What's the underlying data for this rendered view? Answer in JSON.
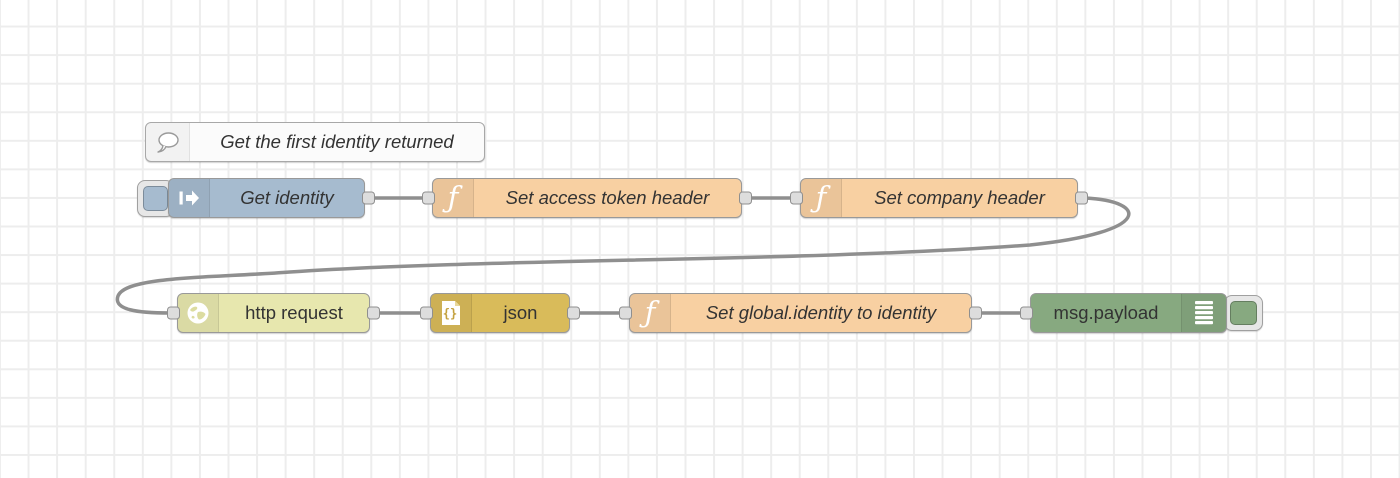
{
  "app": {
    "name": "Node-RED flow editor canvas"
  },
  "palette": {
    "wire": "#8f8f8f",
    "port_fill": "#dddddd",
    "port_border": "#8f8f8f",
    "grid_line": "#ededed",
    "canvas_bg": "#ffffff",
    "label_text": "#333333",
    "inject_blue": "#a6bbcf",
    "function_orange": "#f8d0a2",
    "http_request_yellow": "#e7e7ae",
    "json_gold": "#d9bb5a",
    "debug_green": "#87a980",
    "comment_bg": "#fbfbfb"
  },
  "nodes": {
    "comment": {
      "type": "comment",
      "label": "Get the first identity returned",
      "icon": "comment-bubble-icon",
      "color": "#fbfbfb"
    },
    "inject": {
      "type": "inject",
      "label": "Get identity",
      "icon": "inject-arrow-icon",
      "color": "#a6bbcf"
    },
    "func1": {
      "type": "function",
      "label": "Set access token header",
      "icon": "function-f-icon",
      "color": "#f8d0a2"
    },
    "func2": {
      "type": "function",
      "label": "Set company header",
      "icon": "function-f-icon",
      "color": "#f8d0a2"
    },
    "http": {
      "type": "http request",
      "label": "http request",
      "icon": "globe-icon",
      "color": "#e7e7ae"
    },
    "json": {
      "type": "json",
      "label": "json",
      "icon": "json-braces-icon",
      "color": "#d9bb5a"
    },
    "func3": {
      "type": "function",
      "label": "Set global.identity to identity",
      "icon": "function-f-icon",
      "color": "#f8d0a2"
    },
    "debug": {
      "type": "debug",
      "label": "msg.payload",
      "icon": "debug-output-icon",
      "color": "#87a980"
    }
  },
  "json_icon_braces": "{}"
}
